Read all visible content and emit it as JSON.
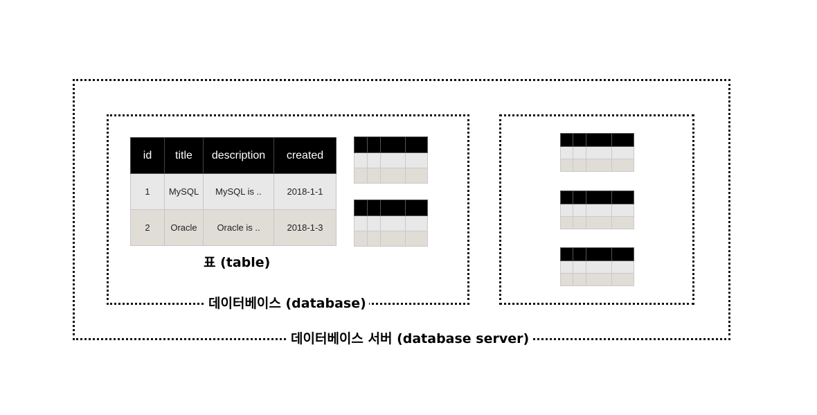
{
  "diagram": {
    "server_label": "데이터베이스 서버 (database server)",
    "database_label": "데이터베이스 (database)",
    "table_caption": "표 (table)"
  },
  "main_table": {
    "headers": [
      "id",
      "title",
      "description",
      "created"
    ],
    "rows": [
      [
        "1",
        "MySQL",
        "MySQL is ..",
        "2018-1-1"
      ],
      [
        "2",
        "Oracle",
        "Oracle is ..",
        "2018-1-3"
      ]
    ]
  },
  "colors": {
    "header_bg": "#000000",
    "row1_bg": "#e8e8e8",
    "row2_bg": "#dfddd6",
    "border_dots": "#111111"
  }
}
